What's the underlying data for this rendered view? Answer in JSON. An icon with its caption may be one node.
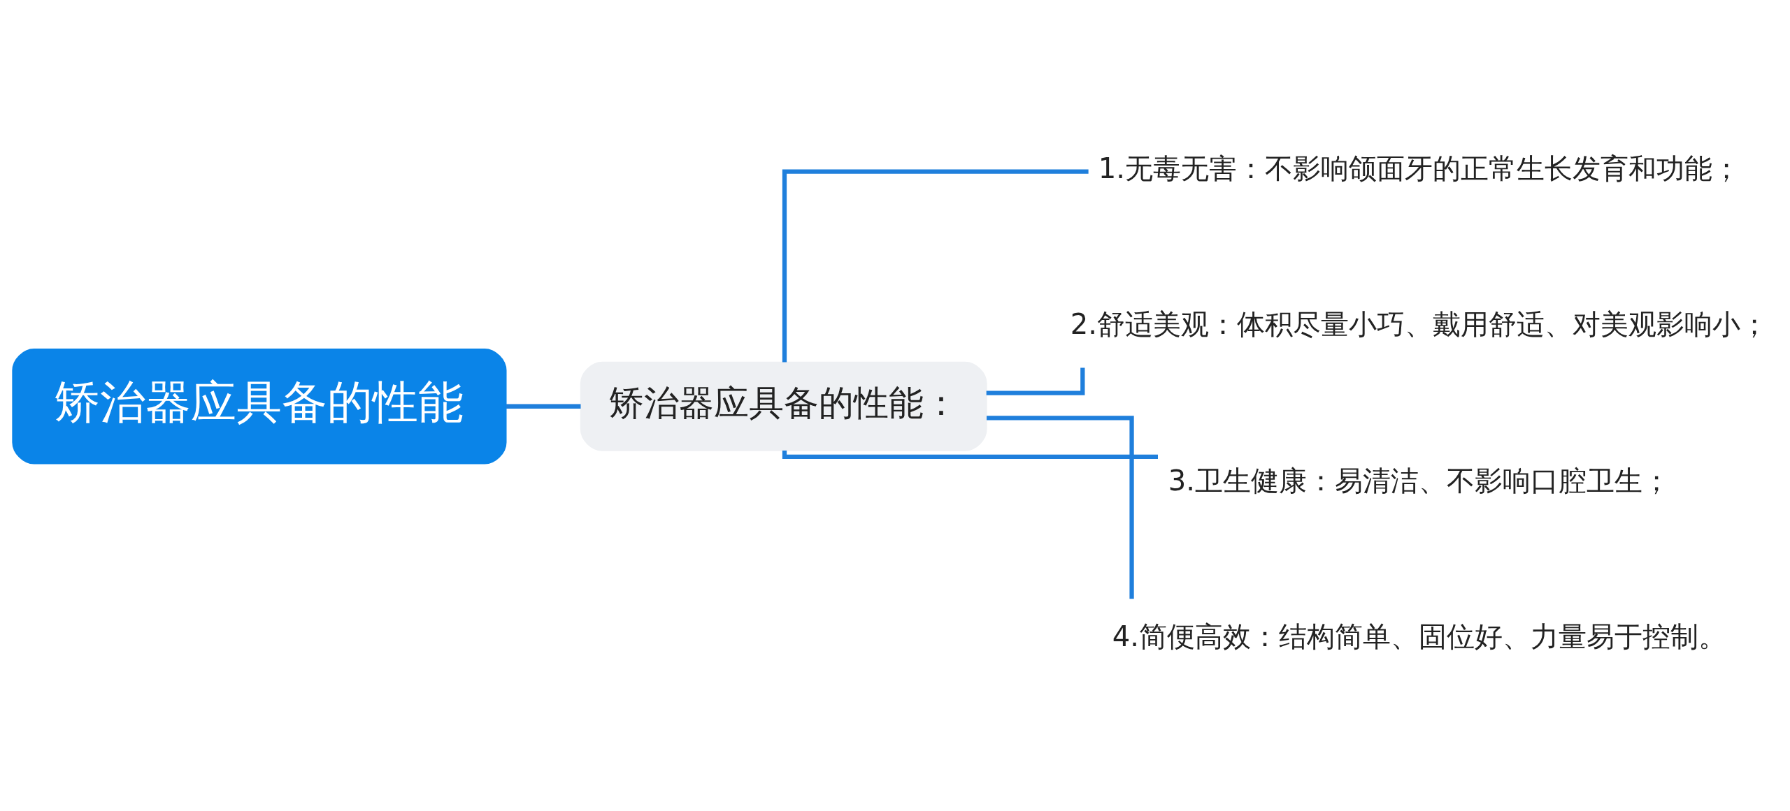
{
  "diagram": {
    "nodes": [
      {
        "text": [
          "矫治器应具备的性能"
        ]
      },
      {
        "text": [
          "矫治器应具备的性能："
        ]
      },
      {
        "text": [
          "1.无毒无害：不影响颌面牙的正常生长发育和功能；"
        ]
      },
      {
        "text": [
          "2.舒适美观：体积尽量小巧、戴用舒适、对美观影响小；"
        ]
      },
      {
        "text": [
          "3.卫生健康：易清洁、不影响口腔卫生；"
        ]
      },
      {
        "text": [
          "4.简便高效：结构简单、固位好、力量易于控制。"
        ]
      }
    ],
    "edges": [
      {
        "from": 0,
        "to": 1,
        "arrow": "none"
      },
      {
        "from": 1,
        "to": 2,
        "arrow": "none"
      },
      {
        "from": 1,
        "to": 3,
        "arrow": "none"
      },
      {
        "from": 1,
        "to": 4,
        "arrow": "none"
      },
      {
        "from": 1,
        "to": 5,
        "arrow": "none"
      }
    ]
  }
}
